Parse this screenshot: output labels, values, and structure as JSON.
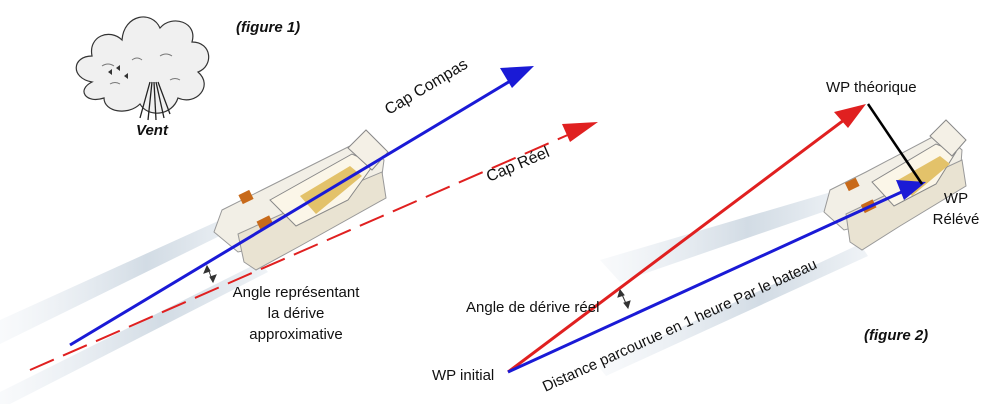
{
  "figure1": {
    "caption": "(figure 1)",
    "wind_label": "Vent",
    "heading_compass": "Cap Compas",
    "heading_real": "Cap Réel",
    "angle_lines": [
      "Angle représentant",
      "la dérive",
      "approximative"
    ],
    "colors": {
      "compass": "#1a1ad6",
      "real": "#e02020"
    }
  },
  "figure2": {
    "caption": "(figure 2)",
    "wp_theoretical": "WP théorique",
    "wp_observed": [
      "WP",
      "Rélévé"
    ],
    "drift_angle": "Angle de dérive réel",
    "distance": "Distance parcourue en 1 heure Par le bateau",
    "wp_initial": "WP initial",
    "colors": {
      "route": "#1a1ad6",
      "theoretical": "#e02020",
      "offset": "#000000"
    }
  }
}
